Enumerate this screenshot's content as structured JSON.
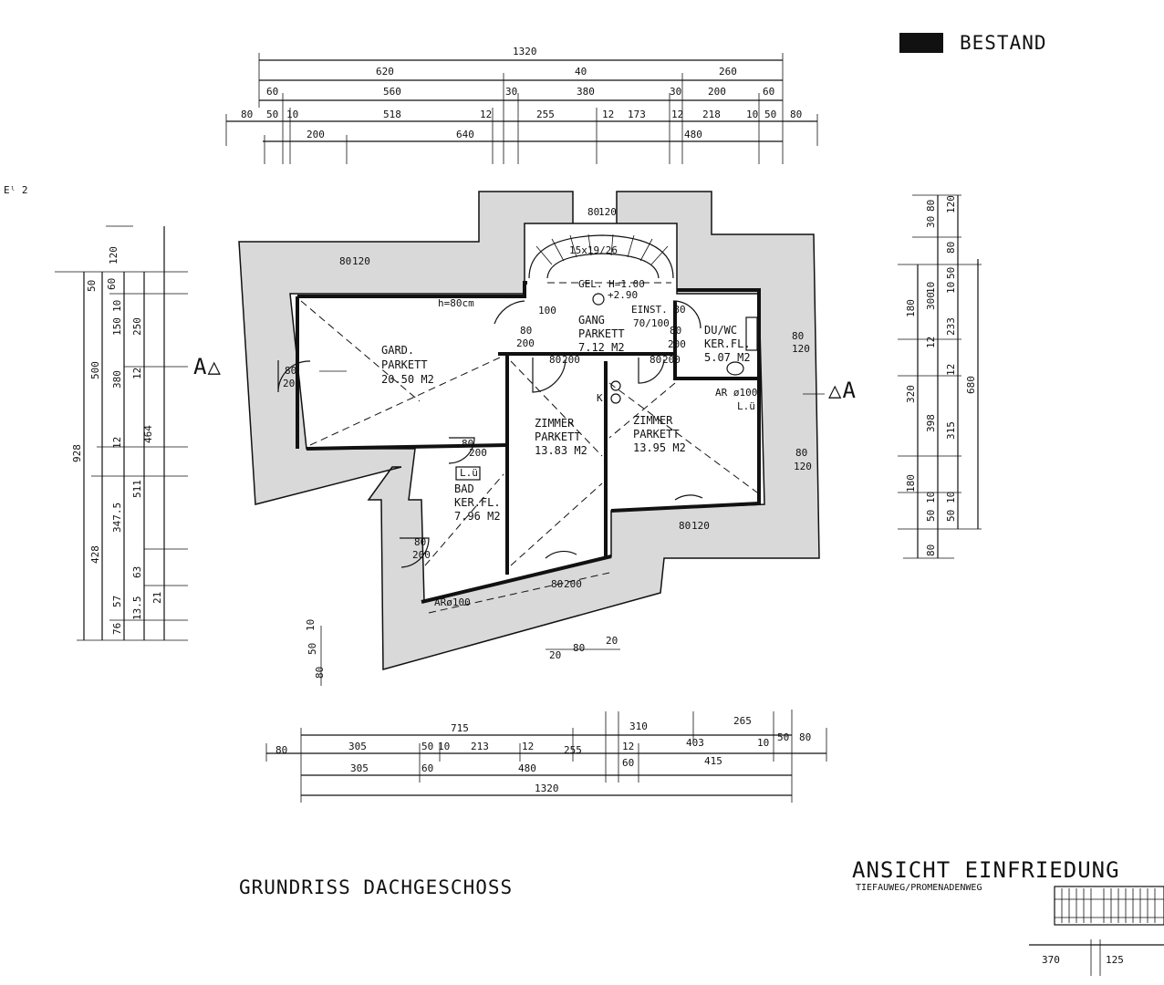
{
  "legend": {
    "label": "BESTAND",
    "color": "#111111"
  },
  "margin_note": "Eˡ 2",
  "titles": {
    "floorplan": "GRUNDRISS DACHGESCHOSS",
    "elevation": "ANSICHT EINFRIEDUNG",
    "elevation_sub": "TIEFAUWEG/PROMENADENWEG"
  },
  "section_marks": {
    "left": "A△",
    "right": "△A"
  },
  "rooms": {
    "gard": {
      "name": "GARD.",
      "floor": "PARKETT",
      "area": "20.50 M2"
    },
    "gang": {
      "name": "GANG",
      "floor": "PARKETT",
      "area": "7.12 M2"
    },
    "zimmer1": {
      "name": "ZIMMER",
      "floor": "PARKETT",
      "area": "13.83 M2"
    },
    "zimmer2": {
      "name": "ZIMMER",
      "floor": "PARKETT",
      "area": "13.95 M2"
    },
    "bad": {
      "name": "BAD",
      "floor": "KER.FL.",
      "area": "7.96 M2"
    },
    "duwc": {
      "name": "DU/WC",
      "floor": "KER.FL.",
      "area": "5.07 M2"
    }
  },
  "annotations": {
    "h": "h=80cm",
    "stair": "15x19/26",
    "gel": "GEL. H=1.00",
    "level": "+2.90",
    "einst": "EINST. 80",
    "einst_size": "70/100",
    "ar1": "AR ø100",
    "ar2": "ARø100",
    "lu1": "L.ü",
    "lu2": "L.ü",
    "k": "K",
    "n100": "100"
  },
  "openings": {
    "d1": [
      "80",
      "200"
    ],
    "d2": [
      "80",
      "200"
    ],
    "d3": [
      "80",
      "200"
    ],
    "d4": [
      "80",
      "200"
    ],
    "d5": [
      "80",
      "200"
    ],
    "d6": [
      "80",
      "200"
    ],
    "d7": [
      "80",
      "200"
    ],
    "d8": [
      "80",
      "200"
    ],
    "w1": [
      "80",
      "120"
    ],
    "w2": [
      "80",
      "120"
    ],
    "w3": [
      "80",
      "120"
    ],
    "w4": [
      "80",
      "120"
    ],
    "w5": [
      "80",
      "120"
    ],
    "w6": [
      "80",
      "200"
    ],
    "w7": [
      "80",
      "200"
    ]
  },
  "dims_top": {
    "r1": [
      "1320"
    ],
    "r2": [
      "620",
      "40",
      "260"
    ],
    "r3": [
      "60",
      "560",
      "30",
      "380",
      "30",
      "200",
      "60"
    ],
    "r4": [
      "80",
      "50",
      "10",
      "518",
      "12",
      "255",
      "12",
      "173",
      "12",
      "218",
      "10",
      "50",
      "80"
    ],
    "r5": [
      "200",
      "640",
      "480"
    ]
  },
  "dims_bottom": {
    "r1": [
      "715",
      "310",
      "265"
    ],
    "r2": [
      "80",
      "305",
      "50",
      "10",
      "213",
      "12",
      "255",
      "12",
      "403",
      "10",
      "50",
      "80"
    ],
    "r3": [
      "305",
      "60",
      "480",
      "60",
      "415"
    ],
    "r4": [
      "1320"
    ],
    "small": [
      "20",
      "80",
      "20"
    ]
  },
  "dims_left": {
    "c1": [
      "928"
    ],
    "c2": [
      "500",
      "428"
    ],
    "c3": [
      "10",
      "150",
      "380",
      "12",
      "347.5",
      "57",
      "76"
    ],
    "c4": [
      "50",
      "60",
      "250",
      "12",
      "464",
      "511",
      "63",
      "13.5"
    ],
    "c5": [
      "120",
      "21"
    ],
    "small": [
      "10",
      "50",
      "80"
    ]
  },
  "dims_right": {
    "c1": [
      "680"
    ],
    "c2": [
      "180",
      "320",
      "180",
      "80"
    ],
    "c3": [
      "10",
      "12",
      "398",
      "10",
      "50"
    ],
    "c4": [
      "30",
      "80",
      "120",
      "80",
      "300",
      "233",
      "315",
      "10",
      "50"
    ],
    "c5": [
      "10",
      "50",
      "12"
    ]
  },
  "fence_dims": [
    "370",
    "125"
  ]
}
